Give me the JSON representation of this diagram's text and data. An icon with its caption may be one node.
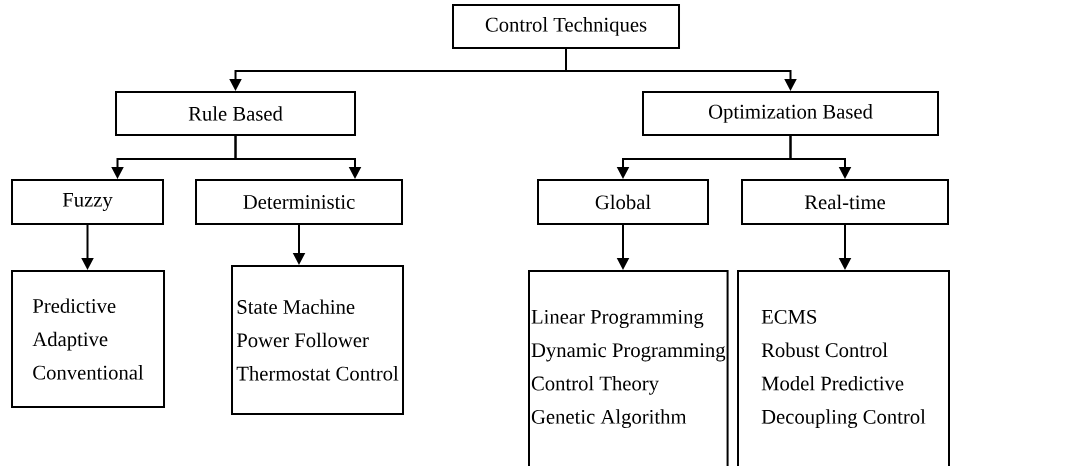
{
  "diagram": {
    "nodes": [
      {
        "text": [
          "Control Techniques"
        ]
      },
      {
        "text": [
          "Rule Based"
        ]
      },
      {
        "text": [
          "Optimization Based"
        ]
      },
      {
        "text": [
          "Fuzzy"
        ]
      },
      {
        "text": [
          "Deterministic"
        ]
      },
      {
        "text": [
          "Global"
        ]
      },
      {
        "text": [
          "Real-time"
        ]
      },
      {
        "text": [
          "Predictive",
          "Adaptive",
          "Conventional"
        ]
      },
      {
        "text": [
          "State Machine",
          "Power Follower",
          "Thermostat Control"
        ]
      },
      {
        "text": [
          "Linear Programming",
          "Dynamic Programming",
          "Control Theory",
          "Genetic Algorithm"
        ]
      },
      {
        "text": [
          "ECMS",
          "Robust Control",
          "Model Predictive",
          "Decoupling Control"
        ]
      }
    ],
    "edges": [
      {
        "from": 0,
        "to": 1,
        "arrow": "to"
      },
      {
        "from": 0,
        "to": 2,
        "arrow": "to"
      },
      {
        "from": 1,
        "to": 3,
        "arrow": "to"
      },
      {
        "from": 1,
        "to": 4,
        "arrow": "to"
      },
      {
        "from": 2,
        "to": 5,
        "arrow": "to"
      },
      {
        "from": 2,
        "to": 6,
        "arrow": "to"
      },
      {
        "from": 3,
        "to": 7,
        "arrow": "to"
      },
      {
        "from": 4,
        "to": 8,
        "arrow": "to"
      },
      {
        "from": 5,
        "to": 9,
        "arrow": "to"
      },
      {
        "from": 6,
        "to": 10,
        "arrow": "to"
      }
    ]
  }
}
